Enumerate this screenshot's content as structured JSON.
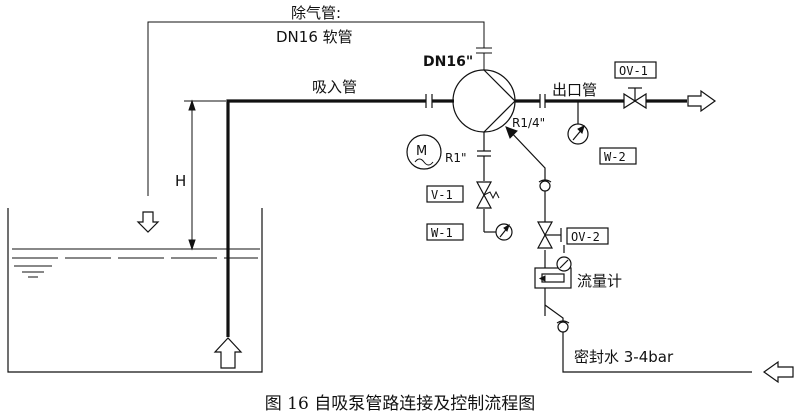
{
  "labels": {
    "vent_pipe": "除气管:",
    "vent_hose": "DN16 软管",
    "pump_size": "DN16\"",
    "suction_pipe": "吸入管",
    "outlet_pipe": "出口管",
    "port_r1": "R1\"",
    "port_r14": "R1/4\"",
    "height_label": "H",
    "flow_meter": "流量计",
    "seal_water": "密封水 3-4bar",
    "caption": "图 16 自吸泵管路连接及控制流程图"
  },
  "tags": {
    "ov1": "OV-1",
    "w2": "W-2",
    "v1": "V-1",
    "w1": "W-1",
    "ov2": "OV-2"
  }
}
